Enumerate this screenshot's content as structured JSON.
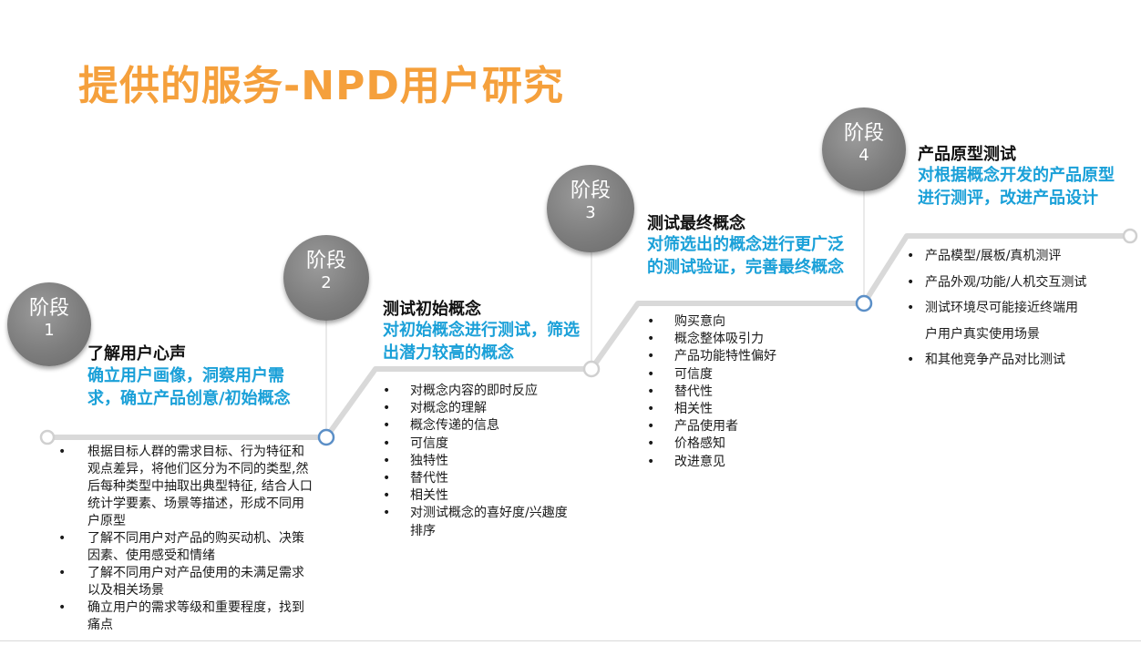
{
  "title": "提供的服务-NPD用户研究",
  "stages": [
    {
      "word": "阶段",
      "num": "1",
      "heading": "了解用户心声",
      "subtitle": "确立用户画像，洞察用户需求，确立产品创意/初始概念",
      "bullets": [
        "根据目标人群的需求目标、行为特征和观点差异，将他们区分为不同的类型,然后每种类型中抽取出典型特征, 结合人口统计学要素、场景等描述，形成不同用户原型",
        "了解不同用户对产品的购买动机、决策因素、使用感受和情绪",
        "了解不同用户对产品使用的未满足需求以及相关场景",
        "确立用户的需求等级和重要程度，找到痛点"
      ]
    },
    {
      "word": "阶段",
      "num": "2",
      "heading": "测试初始概念",
      "subtitle": "对初始概念进行测试，筛选出潜力较高的概念",
      "bullets": [
        "对概念内容的即时反应",
        "对概念的理解",
        "概念传递的信息",
        "可信度",
        "独特性",
        "替代性",
        "相关性",
        "对测试概念的喜好度/兴趣度排序"
      ]
    },
    {
      "word": "阶段",
      "num": "3",
      "heading": "测试最终概念",
      "subtitle": "对筛选出的概念进行更广泛的测试验证，完善最终概念",
      "bullets": [
        "购买意向",
        "概念整体吸引力",
        "产品功能特性偏好",
        "可信度",
        "替代性",
        "相关性",
        "产品使用者",
        "价格感知",
        "改进意见"
      ]
    },
    {
      "word": "阶段",
      "num": "4",
      "heading": "产品原型测试",
      "subtitle": "对根据概念开发的产品原型进行测评，改进产品设计",
      "bullets": [
        "产品模型/展板/真机测评",
        "产品外观/功能/人机交互测试",
        "测试环境尽可能接近终端用户用户真实使用场景",
        "和其他竞争产品对比测试"
      ]
    }
  ],
  "colors": {
    "title": "#f5a03c",
    "accent": "#1aa0d8",
    "circle": "#7d7d7d",
    "track": "#d9d9d9",
    "node": "#5b8fc7"
  }
}
